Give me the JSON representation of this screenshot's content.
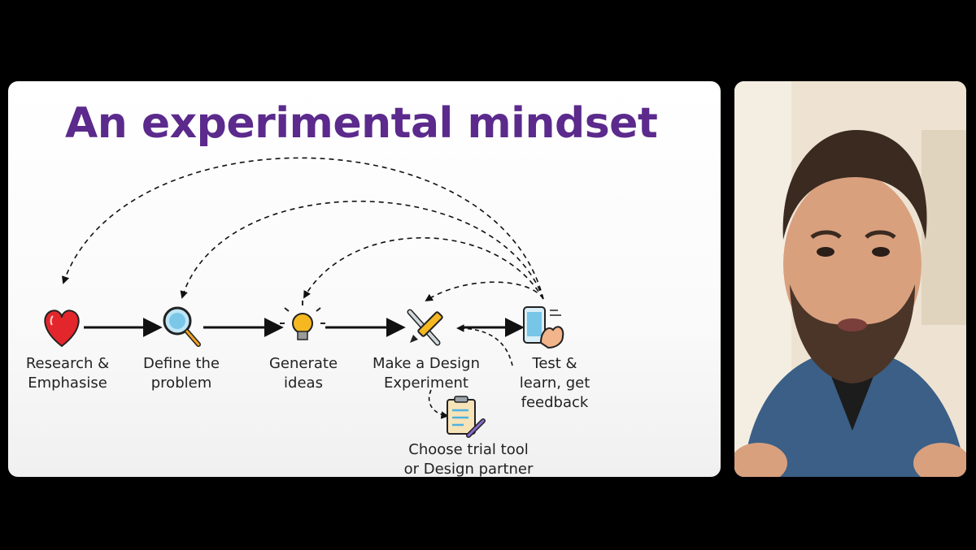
{
  "slide": {
    "title": "An experimental mindset",
    "steps": [
      {
        "label": "Research &\nEmphasise",
        "icon": "heart-icon"
      },
      {
        "label": "Define the\nproblem",
        "icon": "magnifier-icon"
      },
      {
        "label": "Generate\nideas",
        "icon": "lightbulb-icon"
      },
      {
        "label": "Make a Design\nExperiment",
        "icon": "tools-icon"
      },
      {
        "label": "Test &\nlearn, get\nfeedback",
        "icon": "phone-touch-icon"
      }
    ],
    "side_step": {
      "label": "Choose trial tool\nor Design partner",
      "icon": "clipboard-icon"
    }
  },
  "colors": {
    "title": "#5b2a8c",
    "heart": "#e3262c",
    "magnifier": "#4fb3e0",
    "bulb": "#f5b821",
    "arrow": "#111111"
  },
  "camera": {
    "icon": "presenter-webcam"
  }
}
